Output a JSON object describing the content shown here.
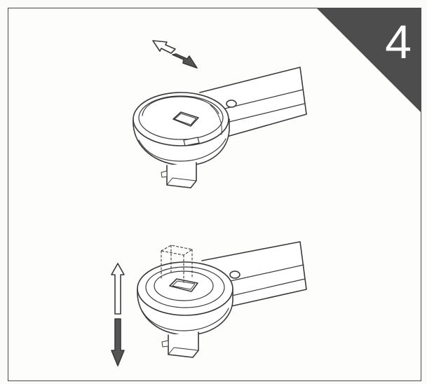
{
  "step": {
    "number": "4",
    "corner_color": "#4d4d4d"
  },
  "figures": [
    {
      "name": "top-figure",
      "icons": [
        "double-arrow-icon",
        "ratchet-head-closed"
      ]
    },
    {
      "name": "bottom-figure",
      "icons": [
        "up-down-arrow-icon",
        "ratchet-head-open"
      ]
    }
  ],
  "colors": {
    "line": "#3a3a3a",
    "arrow_dark": "#555555",
    "background": "#fdfdfc"
  }
}
